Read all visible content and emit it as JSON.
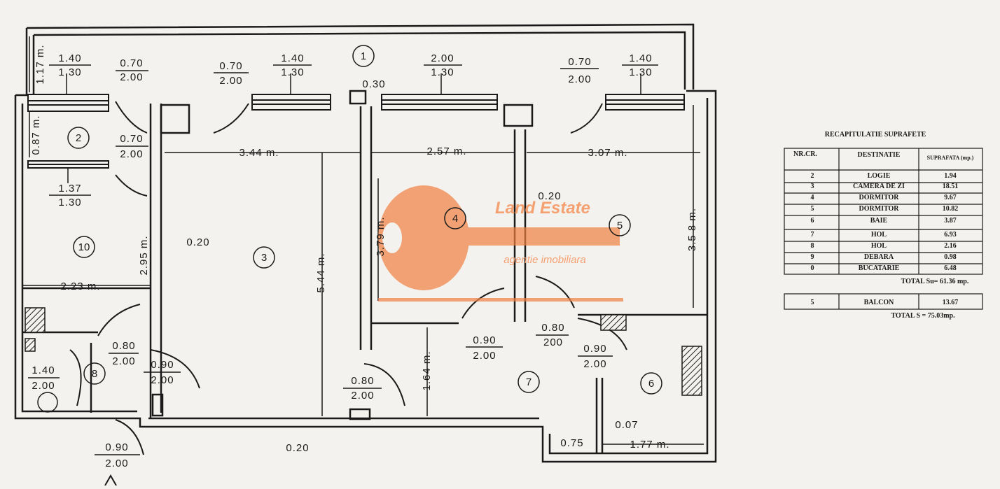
{
  "plan": {
    "rooms": [
      "1",
      "2",
      "3",
      "4",
      "5",
      "6",
      "7",
      "8",
      "10"
    ],
    "windows": [
      {
        "top": "1.40",
        "bottom": "1.30"
      },
      {
        "top": "1.40",
        "bottom": "1.30"
      },
      {
        "top": "2.00",
        "bottom": "1.30"
      },
      {
        "top": "1.40",
        "bottom": "1.30"
      },
      {
        "top": "1.37",
        "bottom": "1.30"
      }
    ],
    "doors": [
      {
        "top": "0.70",
        "bottom": "2.00"
      },
      {
        "top": "0.70",
        "bottom": "2.00"
      },
      {
        "top": "0.70",
        "bottom": "2.00"
      },
      {
        "top": "0.70",
        "bottom": "2.00"
      },
      {
        "top": "0.80",
        "bottom": "2.00"
      },
      {
        "top": "0.90",
        "bottom": "2.00"
      },
      {
        "top": "1.40",
        "bottom": "2.00"
      },
      {
        "top": "0.90",
        "bottom": "2.00"
      },
      {
        "top": "0.80",
        "bottom": "2.00"
      },
      {
        "top": "0.90",
        "bottom": "2.00"
      },
      {
        "top": "0.80",
        "bottom": "200"
      },
      {
        "top": "0.90",
        "bottom": "2.00"
      }
    ],
    "dims": [
      "1.17 m.",
      "0.87 m.",
      "0.30",
      "3.44 m.",
      "2.57 m.",
      "3.07 m.",
      "0.20",
      "0.20",
      "2.95 m.",
      "5.44 m.",
      "3.79 m.",
      "3.5 8 m.",
      "2.23 m.",
      "1.64 m.",
      "0.20",
      "0.07",
      "0.75",
      "1.77 m."
    ]
  },
  "watermark": {
    "title": "Land Estate",
    "subtitle": "agentie imobiliara"
  },
  "table": {
    "title": "RECAPITULATIE SUPRAFETE",
    "headers": [
      "NR.CR.",
      "DESTINATIE",
      "SUPRAFATA (mp.)"
    ],
    "rows": [
      {
        "nr": "2",
        "dest": "LOGIE",
        "area": "1.94"
      },
      {
        "nr": "3",
        "dest": "CAMERA DE ZI",
        "area": "18.51"
      },
      {
        "nr": "4",
        "dest": "DORMITOR",
        "area": "9.67"
      },
      {
        "nr": "5",
        "dest": "DORMITOR",
        "area": "10.82"
      },
      {
        "nr": "6",
        "dest": "BAIE",
        "area": "3.87"
      },
      {
        "nr": "7",
        "dest": "HOL",
        "area": "6.93"
      },
      {
        "nr": "8",
        "dest": "HOL",
        "area": "2.16"
      },
      {
        "nr": "9",
        "dest": "DEBARA",
        "area": "0.98"
      },
      {
        "nr": "0",
        "dest": "BUCATARIE",
        "area": "6.48"
      }
    ],
    "total_su": "TOTAL Su= 61.36 mp.",
    "balcon": {
      "nr": "5",
      "dest": "BALCON",
      "area": "13.67"
    },
    "total_s": "TOTAL S = 75.03mp."
  }
}
